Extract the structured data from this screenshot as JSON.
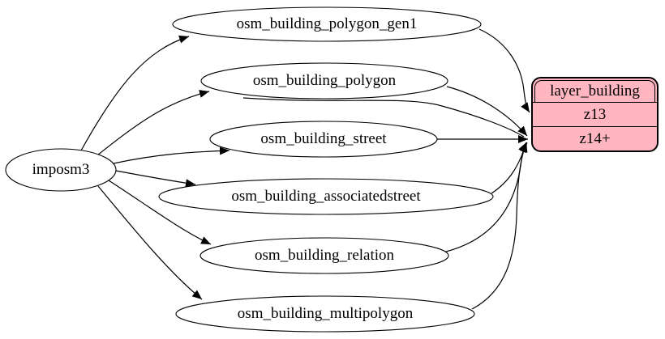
{
  "diagram": {
    "source_node": {
      "label": "imposm3"
    },
    "tables": [
      {
        "label": "osm_building_polygon_gen1"
      },
      {
        "label": "osm_building_polygon"
      },
      {
        "label": "osm_building_street"
      },
      {
        "label": "osm_building_associatedstreet"
      },
      {
        "label": "osm_building_relation"
      },
      {
        "label": "osm_building_multipolygon"
      }
    ],
    "layer_node": {
      "title": "layer_building",
      "rows": [
        {
          "label": "z13"
        },
        {
          "label": "z14+"
        }
      ]
    },
    "edges": [
      {
        "from": "imposm3",
        "to": "osm_building_polygon_gen1"
      },
      {
        "from": "imposm3",
        "to": "osm_building_polygon"
      },
      {
        "from": "imposm3",
        "to": "osm_building_street"
      },
      {
        "from": "imposm3",
        "to": "osm_building_associatedstreet"
      },
      {
        "from": "imposm3",
        "to": "osm_building_relation"
      },
      {
        "from": "imposm3",
        "to": "osm_building_multipolygon"
      },
      {
        "from": "osm_building_polygon_gen1",
        "to": "layer_building:z13"
      },
      {
        "from": "osm_building_polygon",
        "to": "layer_building:z14+"
      },
      {
        "from": "osm_building_street",
        "to": "layer_building:z14+"
      },
      {
        "from": "osm_building_associatedstreet",
        "to": "layer_building:z14+"
      },
      {
        "from": "osm_building_relation",
        "to": "layer_building:z14+"
      },
      {
        "from": "osm_building_multipolygon",
        "to": "layer_building:z14+"
      }
    ],
    "colors": {
      "background": "#ffffff",
      "ellipse_fill": "#ffffff",
      "ellipse_stroke": "#000000",
      "edge_color": "#000000",
      "record_fill": "#ffb6c1",
      "record_border": "#000000",
      "text_color": "#000000"
    }
  }
}
